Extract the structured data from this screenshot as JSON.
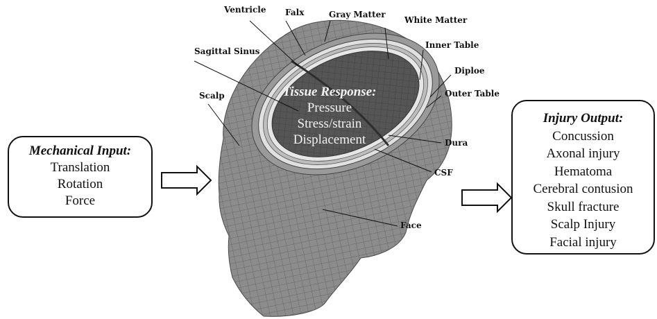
{
  "mechanical_input": {
    "title": "Mechanical Input:",
    "items": [
      "Translation",
      "Rotation",
      "Force"
    ]
  },
  "tissue_response": {
    "title": "Tissue Response:",
    "items": [
      "Pressure",
      "Stress/strain",
      "Displacement"
    ]
  },
  "injury_output": {
    "title": "Injury Output:",
    "items": [
      "Concussion",
      "Axonal injury",
      "Hematoma",
      "Cerebral contusion",
      "Skull fracture",
      "Scalp Injury",
      "Facial injury"
    ]
  },
  "labels": {
    "ventricle": "Ventricle",
    "falx": "Falx",
    "gray_matter": "Gray Matter",
    "white_matter": "White Matter",
    "inner_table": "Inner Table",
    "sagittal_sinus": "Sagittal Sinus",
    "diploe": "Diploe",
    "scalp": "Scalp",
    "outer_table": "Outer Table",
    "dura": "Dura",
    "csf": "CSF",
    "face": "Face"
  },
  "colors": {
    "mesh_fill": "#8c8c8c",
    "mesh_line": "#5e5e5e",
    "brain_fill": "#555555",
    "skull_layer": "#d9d9d9",
    "line": "#111111"
  }
}
